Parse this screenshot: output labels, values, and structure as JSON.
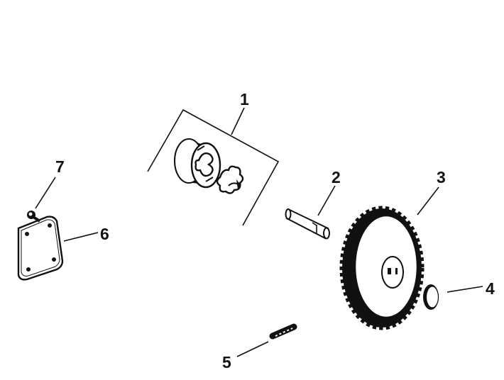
{
  "colors": {
    "ink": "#111111",
    "paper": "#ffffff"
  },
  "callouts": [
    {
      "number": "1"
    },
    {
      "number": "2"
    },
    {
      "number": "3"
    },
    {
      "number": "4"
    },
    {
      "number": "5"
    },
    {
      "number": "6"
    },
    {
      "number": "7"
    }
  ]
}
